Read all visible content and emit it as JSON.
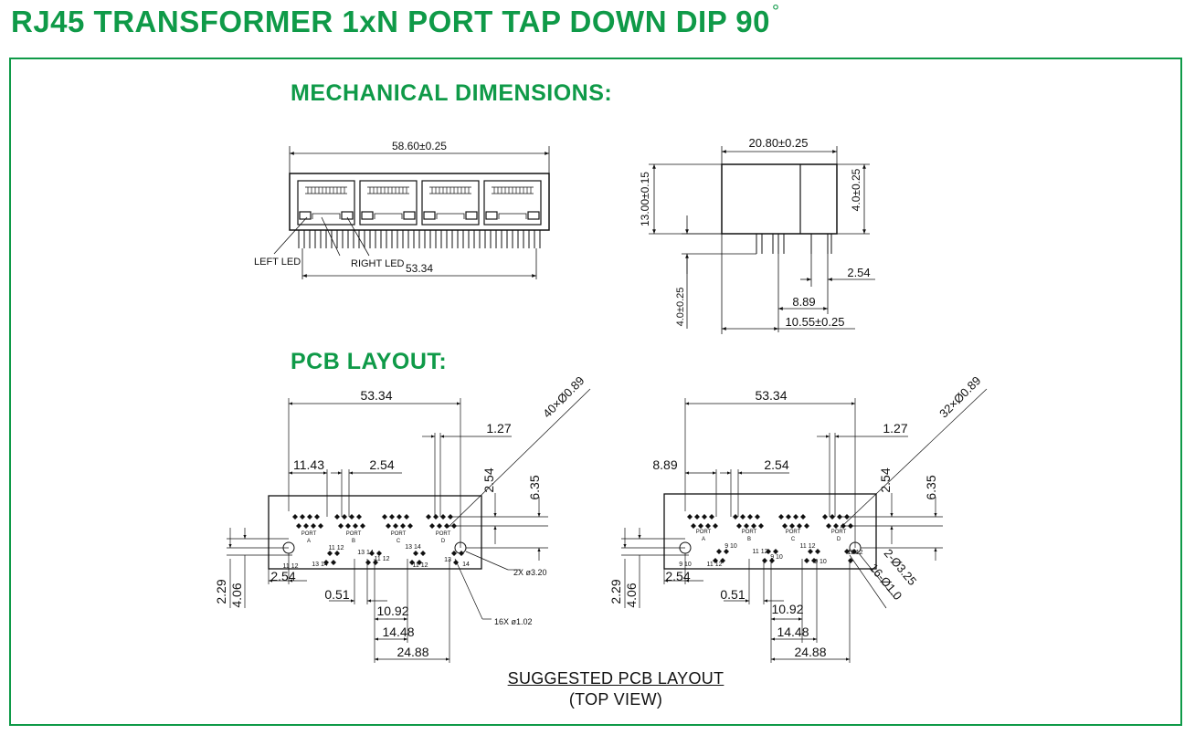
{
  "title": "RJ45 TRANSFORMER 1xN PORT TAP DOWN DIP 90",
  "title_degree": "°",
  "colors": {
    "accent": "#0f9a48",
    "ink": "#111111"
  },
  "mechanical": {
    "heading": "MECHANICAL DIMENSIONS:",
    "front": {
      "width": "58.60±0.25",
      "pin_span": "53.34",
      "left_led": "LEFT LED",
      "right_led": "RIGHT LED"
    },
    "side": {
      "depth": "20.80±0.25",
      "height": "13.00±0.15",
      "standoff": "4.0±0.25",
      "pin_length": "4.0±0.25",
      "pitch": "2.54",
      "row_offset": "8.89",
      "post_offset": "10.55±0.25"
    }
  },
  "pcb": {
    "heading": "PCB LAYOUT:",
    "left": {
      "span": "53.34",
      "pin_pitch_half": "1.27",
      "port_offset": "11.43",
      "pitch": "2.54",
      "row_pitch": "2.54",
      "row_height": "6.35",
      "hole_callout": "40×Ø0.89",
      "post_callout": "2X ø3.20",
      "led_callout": "16X ø1.02",
      "y1": "2.29",
      "y2": "4.06",
      "x_pitch": "2.54",
      "x_offset": "0.51",
      "d1": "10.92",
      "d2": "14.48",
      "d3": "24.88",
      "ports": [
        "PORT",
        "PORT",
        "PORT",
        "PORT"
      ],
      "port_letters": [
        "A",
        "B",
        "C",
        "D"
      ],
      "pin_labels": [
        "11 12",
        "13 14",
        "11 12",
        "13 14",
        "11 12",
        "13 14",
        "11 12",
        "13",
        "14",
        "11 12"
      ]
    },
    "right": {
      "span": "53.34",
      "pin_pitch_half": "1.27",
      "port_offset": "8.89",
      "pitch": "2.54",
      "row_pitch": "2.54",
      "row_height": "6.35",
      "hole_callout": "32×Ø0.89",
      "post_callout": "2-Ø3.25",
      "led_callout": "16-Ø1.0",
      "y1": "2.29",
      "y2": "4.06",
      "x_pitch": "2.54",
      "x_offset": "0.51",
      "d1": "10.92",
      "d2": "14.48",
      "d3": "24.88",
      "ports": [
        "PORT",
        "PORT",
        "PORT",
        "PORT"
      ],
      "port_letters": [
        "A",
        "B",
        "C",
        "D"
      ],
      "pin_labels": [
        "9 10",
        "11 12",
        "9 10",
        "11 12",
        "9 10",
        "11 12",
        "9 10",
        "11 12",
        "9 10",
        "11 12"
      ]
    }
  },
  "caption": {
    "line1": "SUGGESTED PCB LAYOUT",
    "line2": "(TOP VIEW)"
  }
}
